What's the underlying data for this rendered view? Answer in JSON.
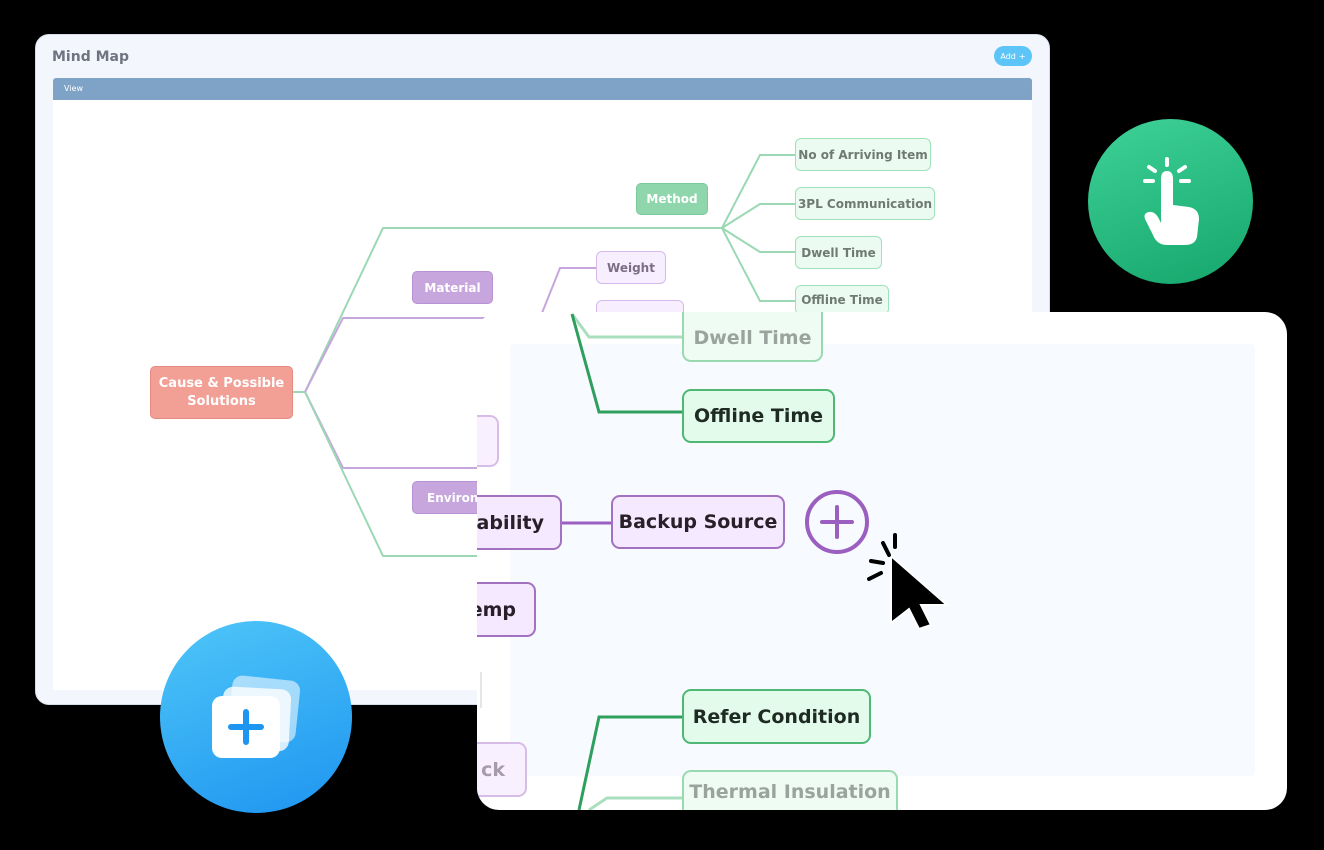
{
  "window": {
    "title": "Mind Map",
    "add_label": "Add",
    "view_label": "View"
  },
  "mindmap": {
    "root_line1": "Cause & Possible",
    "root_line2": "Solutions",
    "method": "Method",
    "material": "Material",
    "environment": "Environm",
    "leaves": {
      "arriving": "No of Arriving Item",
      "comm": "3PL Communication",
      "dwell": "Dwell Time",
      "offline": "Offline Time",
      "weight": "Weight"
    }
  },
  "zoom": {
    "dwell": "Dwell Time",
    "offline": "Offline Time",
    "availability": "lability",
    "backup": "Backup Source",
    "temp": "emp",
    "track": "ck",
    "refer": "Refer Condition",
    "thermal": "Thermal Insulation"
  },
  "icons": {
    "add_circle": "plus-circle-icon",
    "cursor": "cursor-click-icon",
    "tap": "hand-tap-icon",
    "add_card": "add-card-icon"
  },
  "colors": {
    "green": "#4fb874",
    "purple": "#a271bf",
    "root": "#f29f96",
    "accent_blue": "#5cc4f7"
  }
}
